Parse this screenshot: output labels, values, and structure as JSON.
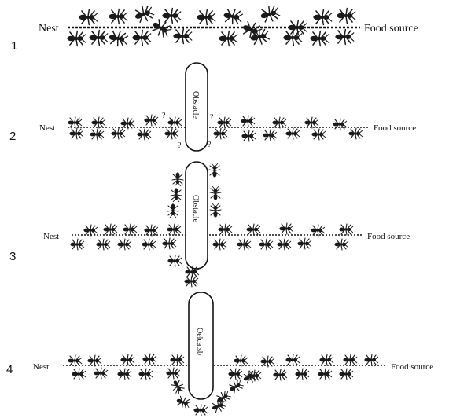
{
  "panels": [
    {
      "number": "1",
      "nest_label": "Nest",
      "food_label": "Food source",
      "obstacle": null,
      "questions": []
    },
    {
      "number": "2",
      "nest_label": "Nest",
      "food_label": "Food source",
      "obstacle": {
        "label": "Obstacle"
      },
      "questions": [
        "?",
        "?",
        "?",
        "?",
        "?"
      ]
    },
    {
      "number": "3",
      "nest_label": "Nest",
      "food_label": "Food source",
      "obstacle": {
        "label": "Obstacle"
      },
      "questions": []
    },
    {
      "number": "4",
      "nest_label": "Nest",
      "food_label": "Food source",
      "obstacle": {
        "label": "Oelcatsb"
      },
      "questions": []
    }
  ],
  "colors": {
    "ink": "#111111",
    "ant": "#1a1a1a",
    "background": "#ffffff"
  },
  "icons": {
    "ant": "ant-icon"
  }
}
